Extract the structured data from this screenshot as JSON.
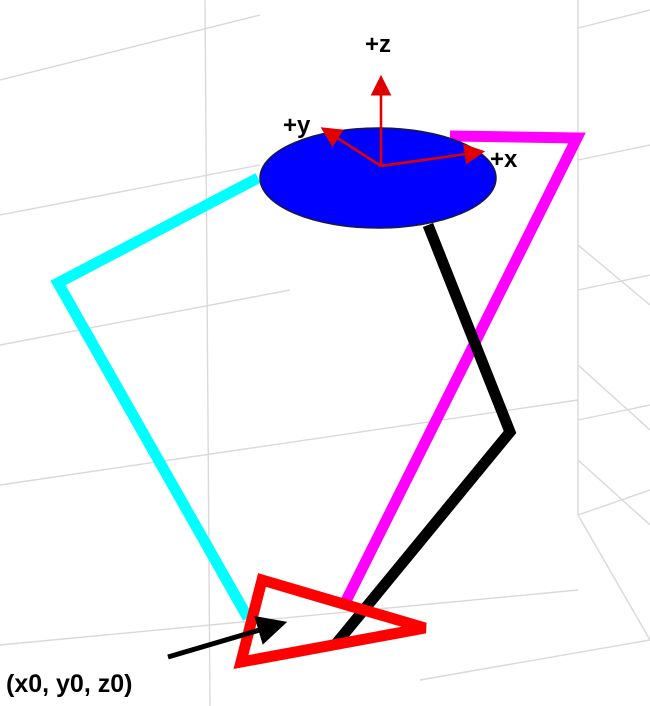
{
  "labels": {
    "z_axis": "+z",
    "y_axis": "+y",
    "x_axis": "+x",
    "origin": "(x0, y0, z0)"
  },
  "colors": {
    "platform": "#0000ff",
    "axes": "#e00000",
    "leg_left": "#00ffff",
    "leg_right": "#ff00ff",
    "leg_middle": "#000000",
    "base_triangle": "#ff0000",
    "grid": "#d9d9d9",
    "annotation_arrow": "#000000"
  }
}
